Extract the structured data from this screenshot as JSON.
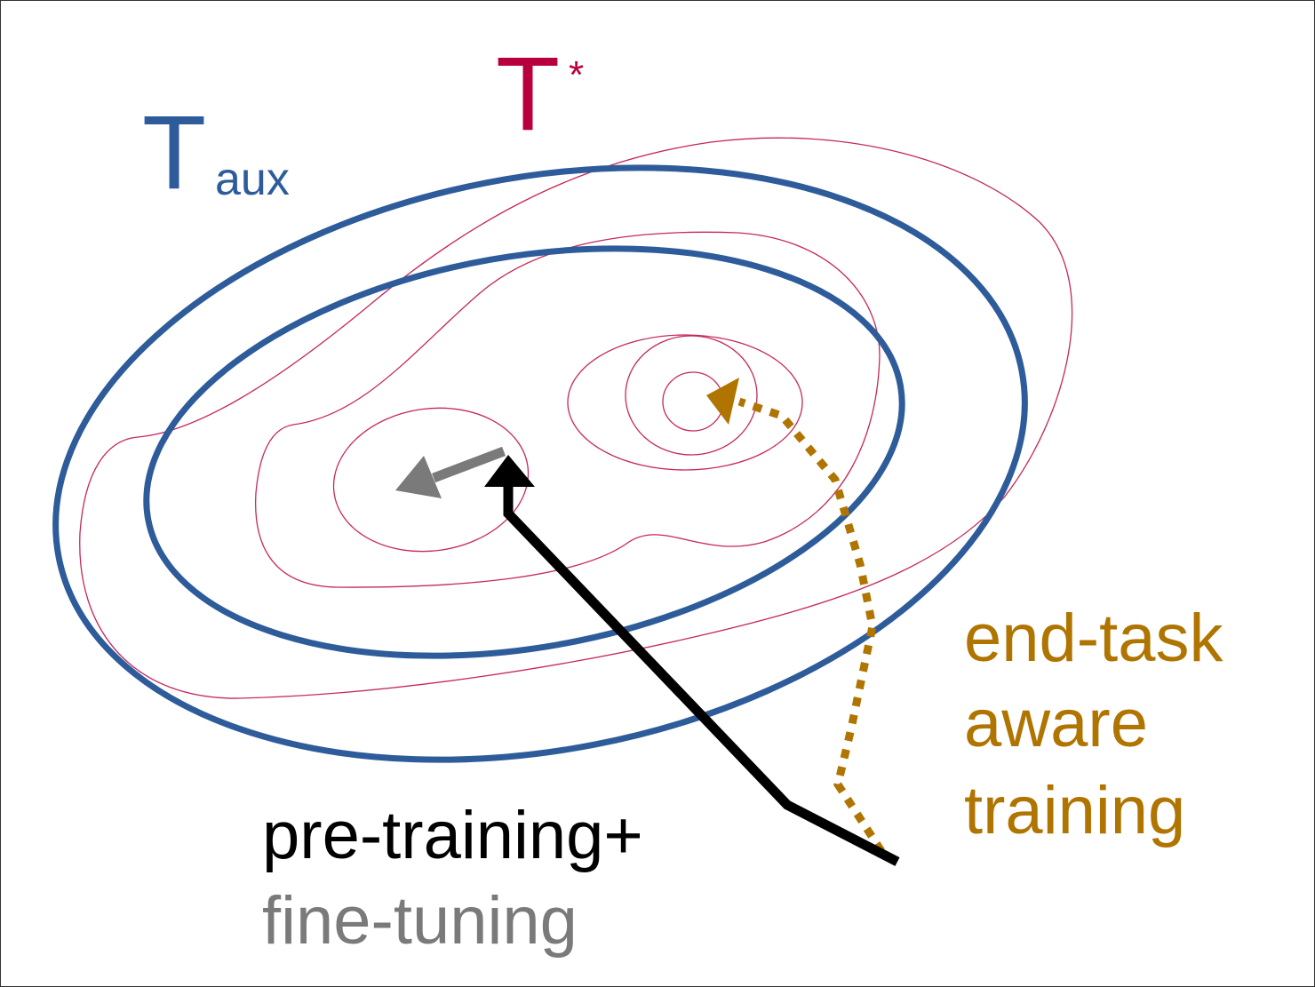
{
  "labels": {
    "t_aux_main": "T",
    "t_aux_sub": "aux",
    "t_star_main": "T",
    "t_star_sup": "*",
    "pretraining": "pre-training+",
    "finetuning": "fine-tuning",
    "endtask_line1": "end-task",
    "endtask_line2": "aware",
    "endtask_line3": "training"
  },
  "colors": {
    "aux_blue": "#2e5c9a",
    "star_crimson": "#b8003c",
    "contour_crimson": "#c5285a",
    "pretrain_black": "#000000",
    "finetune_gray": "#7a7a7a",
    "endtask_gold": "#b07400"
  }
}
